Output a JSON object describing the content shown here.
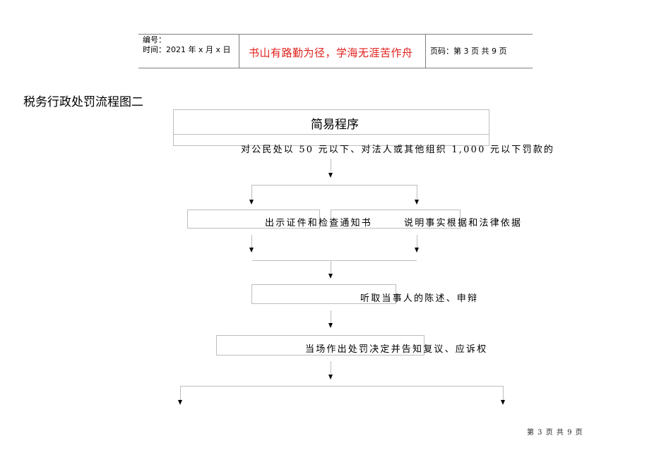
{
  "header": {
    "number_label": "编号：",
    "date_label": "时间：2021 年 x 月 x 日",
    "motto": "书山有路勤为径，学海无涯苦作舟",
    "page_info": "页码：第 3 页  共 9 页",
    "motto_color": "#e0201c"
  },
  "document": {
    "title": "税务行政处罚流程图二"
  },
  "flowchart": {
    "main_box": "简易程序",
    "condition": "对公民处以 50 元以下、对法人或其他组织 1,000 元以下罚款的",
    "step_show_id": "出示证件和检查通知书",
    "step_explain": "说明事实根据和法律依据",
    "step_hear": "听取当事人的陈述、申辩",
    "step_decide": "当场作出处罚决定并告知复议、应诉权"
  },
  "footer": {
    "page_info": "第 3 页 共 9 页"
  }
}
